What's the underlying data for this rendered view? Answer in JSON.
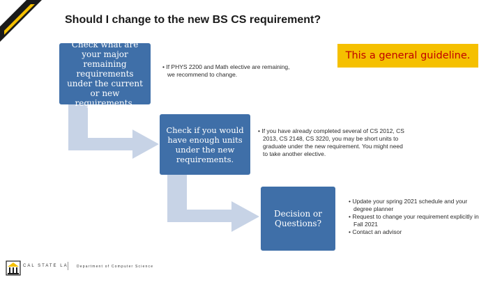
{
  "title": "Should I change to the new BS CS requirement?",
  "note": "This a general guideline.",
  "steps": [
    {
      "text": "Check what are your major remaining requirements under the current or new requirements."
    },
    {
      "text": "Check if you would have enough units under the new requirements."
    },
    {
      "text": "Decision or Questions?"
    }
  ],
  "bullets1": [
    "If PHYS 2200 and Math elective are remaining, we recommend to change."
  ],
  "bullets2": [
    "If you have already completed several of CS 2012, CS 2013, CS 2148, CS 3220, you may be short units to graduate under the new requirement. You might need to take another elective."
  ],
  "bullets3": [
    "Update your spring 2021 schedule and your degree planner",
    "Request to change your requirement explicitly in Fall 2021",
    "Contact an advisor"
  ],
  "footer": {
    "org": "CAL STATE LA",
    "dept": "Department of Computer Science"
  },
  "colors": {
    "box": "#3f6fa8",
    "arrow": "#c7d3e6",
    "note_bg": "#f5c000",
    "note_text": "#c00000",
    "accent": "#f5c000"
  },
  "icons": {
    "corner": "corner-bracket-decoration",
    "logo": "cal-state-la-logo-icon"
  }
}
